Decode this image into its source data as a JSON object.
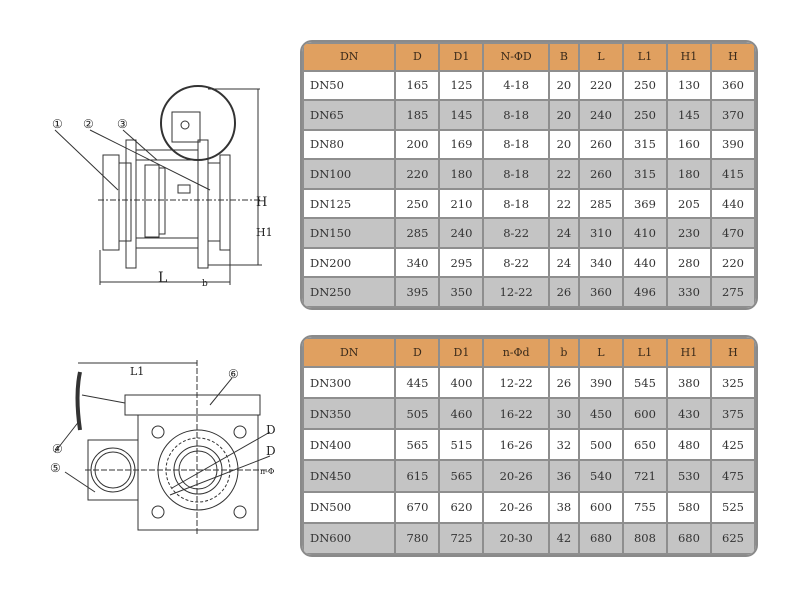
{
  "drawing_top": {
    "callouts": [
      "①",
      "②",
      "③"
    ],
    "dims": {
      "H": "H",
      "H1": "H1",
      "L": "L",
      "b": "b"
    }
  },
  "drawing_bottom": {
    "callouts": [
      "④",
      "⑤",
      "⑥"
    ],
    "dims": {
      "L1": "L1",
      "D": "D",
      "D1": "D",
      "n": "n-Φ"
    }
  },
  "table1": {
    "headers": [
      "DN",
      "D",
      "D1",
      "N-ΦD",
      "B",
      "L",
      "L1",
      "H1",
      "H"
    ],
    "rows": [
      [
        "DN50",
        "165",
        "125",
        "4-18",
        "20",
        "220",
        "250",
        "130",
        "360"
      ],
      [
        "DN65",
        "185",
        "145",
        "8-18",
        "20",
        "240",
        "250",
        "145",
        "370"
      ],
      [
        "DN80",
        "200",
        "169",
        "8-18",
        "20",
        "260",
        "315",
        "160",
        "390"
      ],
      [
        "DN100",
        "220",
        "180",
        "8-18",
        "22",
        "260",
        "315",
        "180",
        "415"
      ],
      [
        "DN125",
        "250",
        "210",
        "8-18",
        "22",
        "285",
        "369",
        "205",
        "440"
      ],
      [
        "DN150",
        "285",
        "240",
        "8-22",
        "24",
        "310",
        "410",
        "230",
        "470"
      ],
      [
        "DN200",
        "340",
        "295",
        "8-22",
        "24",
        "340",
        "440",
        "280",
        "220"
      ],
      [
        "DN250",
        "395",
        "350",
        "12-22",
        "26",
        "360",
        "496",
        "330",
        "275"
      ]
    ]
  },
  "table2": {
    "headers": [
      "DN",
      "D",
      "D1",
      "n-Φd",
      "b",
      "L",
      "L1",
      "H1",
      "H"
    ],
    "rows": [
      [
        "DN300",
        "445",
        "400",
        "12-22",
        "26",
        "390",
        "545",
        "380",
        "325"
      ],
      [
        "DN350",
        "505",
        "460",
        "16-22",
        "30",
        "450",
        "600",
        "430",
        "375"
      ],
      [
        "DN400",
        "565",
        "515",
        "16-26",
        "32",
        "500",
        "650",
        "480",
        "425"
      ],
      [
        "DN450",
        "615",
        "565",
        "20-26",
        "36",
        "540",
        "721",
        "530",
        "475"
      ],
      [
        "DN500",
        "670",
        "620",
        "20-26",
        "38",
        "600",
        "755",
        "580",
        "525"
      ],
      [
        "DN600",
        "780",
        "725",
        "20-30",
        "42",
        "680",
        "808",
        "680",
        "625"
      ]
    ]
  },
  "colors": {
    "header": "#e0a060",
    "row_alt": "#c4c4c4",
    "border": "#8e8e8e"
  }
}
